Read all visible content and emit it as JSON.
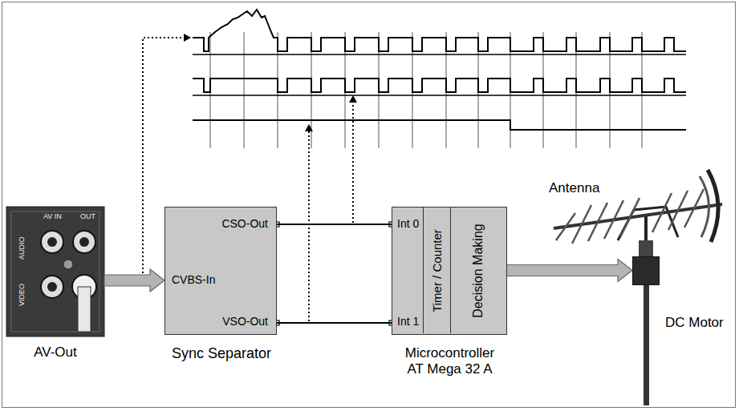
{
  "diagram": {
    "nodes": [
      {
        "text": [
          "AV IN",
          "OUT",
          "AUDIO",
          "VIDEO",
          "AV-Out"
        ]
      },
      {
        "text": [
          "CVBS-In",
          "CSO-Out",
          "VSO-Out",
          "Sync Separator"
        ]
      },
      {
        "text": [
          "Int 0",
          "Int 1",
          "Microcontroller AT Mega 32 A"
        ]
      },
      {
        "text": [
          "Timer / Counter"
        ],
        "in": 2
      },
      {
        "text": [
          "Decision Making"
        ],
        "in": 2
      },
      {
        "text": [
          "Antenna",
          "DC Motor"
        ]
      }
    ],
    "edges": [
      {
        "from": 0,
        "to": 1,
        "arrow": "to"
      },
      {
        "from": 1,
        "to": 2,
        "arrow": "none"
      },
      {
        "from": 1,
        "to": 2,
        "arrow": "none"
      },
      {
        "from": 4,
        "to": 5,
        "arrow": "to"
      }
    ]
  }
}
